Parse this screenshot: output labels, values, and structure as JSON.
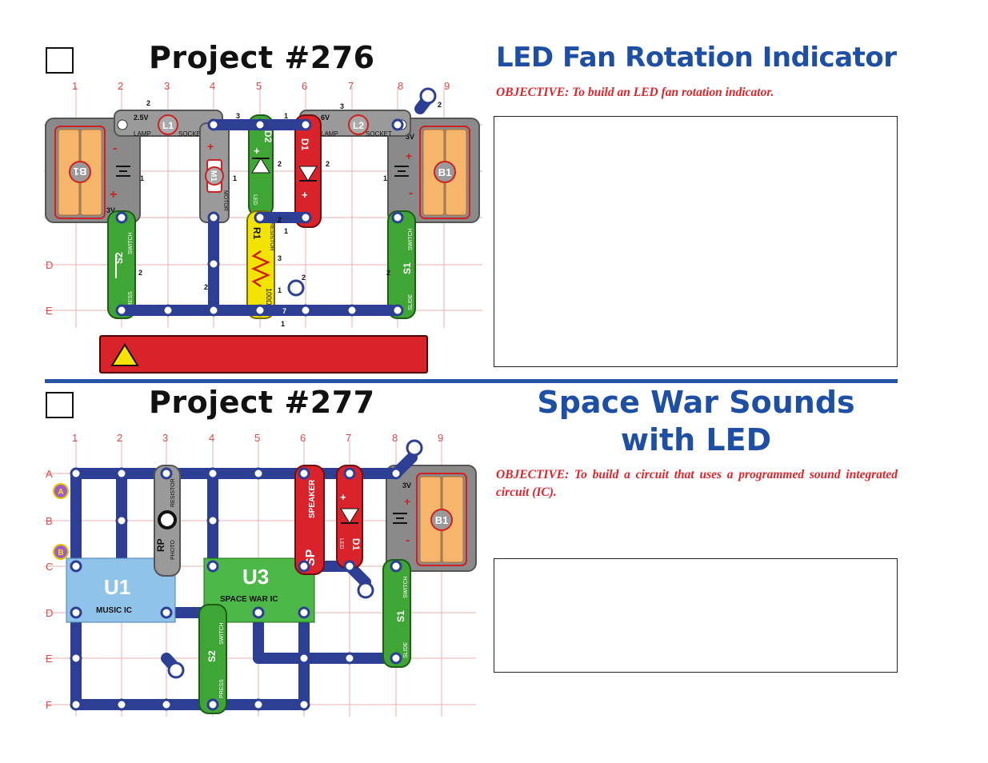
{
  "project276": {
    "number": "Project #276",
    "title": "LED Fan Rotation Indicator",
    "objective": "OBJECTIVE:  To build an LED fan rotation indicator.",
    "grid_cols": [
      "1",
      "2",
      "3",
      "4",
      "5",
      "6",
      "7",
      "8",
      "9"
    ],
    "grid_rows": [
      "D",
      "E"
    ],
    "parts": {
      "l1": "L1",
      "l1_volt": "2.5V",
      "l2": "L2",
      "l2_volt": "6V",
      "lamp": "LAMP",
      "socket": "SOCKET",
      "b1_left": "B1",
      "b1_right": "B1",
      "b1_left_volt": "3V",
      "b1_right_volt": "3V",
      "m1": "M1",
      "motor": "MOTOR",
      "d2": "D2",
      "d1": "D1",
      "led": "LED",
      "r1": "R1",
      "resistor": "RESISTOR",
      "r1_value": "100Ω",
      "s2": "S2",
      "press": "PRESS",
      "switch": "SWITCH",
      "s1": "S1",
      "slide": "SLIDE"
    },
    "numbers": [
      "2",
      "3",
      "1",
      "3",
      "2",
      "2",
      "1",
      "2",
      "2",
      "1",
      "1",
      "2",
      "1",
      "2",
      "3",
      "1",
      "2",
      "2",
      "2",
      "7",
      "1",
      "2"
    ]
  },
  "project277": {
    "number": "Project #277",
    "title_line1": "Space War Sounds",
    "title_line2": "with LED",
    "objective": "OBJECTIVE:  To build a circuit that uses a programmed sound integrated circuit (IC).",
    "grid_cols": [
      "1",
      "2",
      "3",
      "4",
      "5",
      "6",
      "7",
      "8",
      "9"
    ],
    "grid_rows": [
      "A",
      "B",
      "C",
      "D",
      "E",
      "F"
    ],
    "markers": [
      "A",
      "B"
    ],
    "parts": {
      "u1": "U1",
      "music_ic": "MUSIC IC",
      "u3": "U3",
      "space_war_ic": "SPACE WAR IC",
      "rp": "RP",
      "photo": "PHOTO",
      "resistor": "RESISTOR",
      "sp": "SP",
      "speaker": "SPEAKER",
      "d1": "D1",
      "led": "LED",
      "b1": "B1",
      "b1_volt": "3V",
      "s1": "S1",
      "slide": "SLIDE",
      "switch": "SWITCH",
      "s2": "S2",
      "press": "PRESS"
    }
  },
  "colors": {
    "title_blue": "#1e4fa6",
    "objective_red": "#e0242a",
    "wire_blue": "#2c3f95",
    "switch_green": "#3fa535",
    "led_red": "#d9222a",
    "resistor_yellow": "#f2e400",
    "ic_blue": "#8fc3ea",
    "ic_green": "#4cb848",
    "battery_orange": "#f5b56a",
    "grid_red": "#e9a0a0"
  }
}
